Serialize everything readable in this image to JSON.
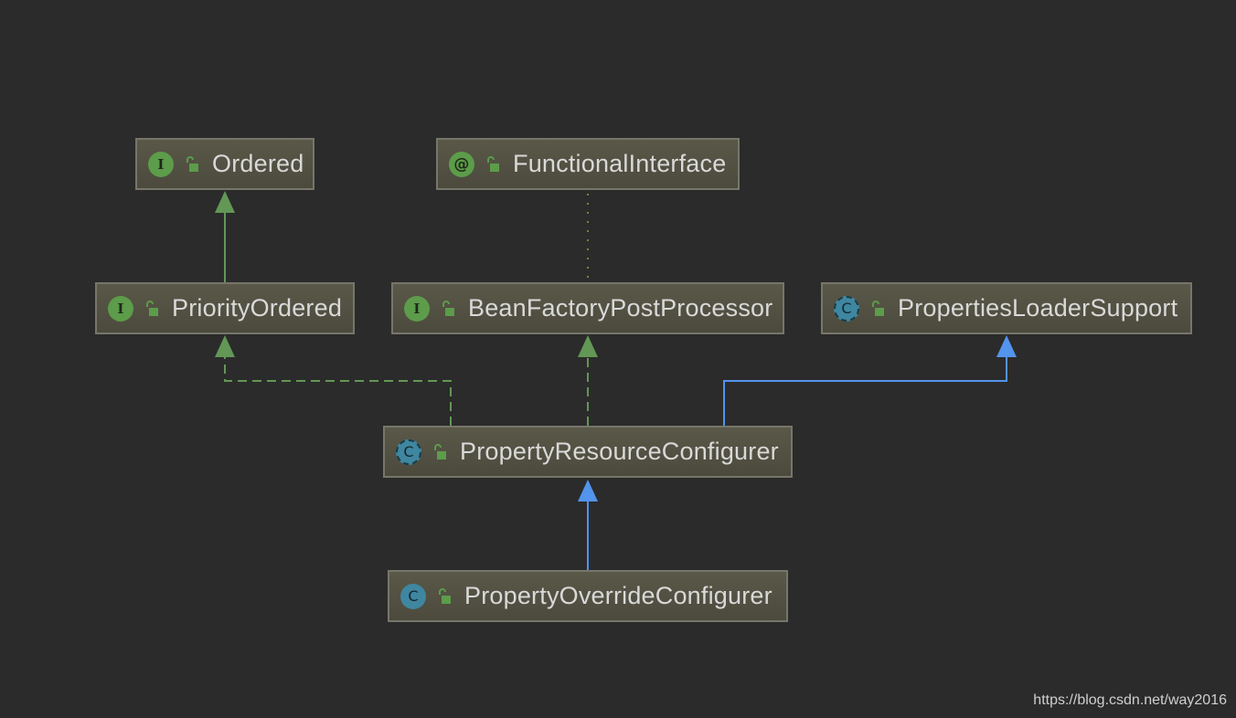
{
  "nodes": {
    "ordered": {
      "kind": "I",
      "name": "Ordered"
    },
    "functional_interface": {
      "kind": "@",
      "name": "FunctionalInterface"
    },
    "priority_ordered": {
      "kind": "I",
      "name": "PriorityOrdered"
    },
    "bean_factory_post_processor": {
      "kind": "I",
      "name": "BeanFactoryPostProcessor"
    },
    "properties_loader_support": {
      "kind": "C",
      "name": "PropertiesLoaderSupport"
    },
    "property_resource_configurer": {
      "kind": "C",
      "name": "PropertyResourceConfigurer"
    },
    "property_override_configurer": {
      "kind": "C",
      "name": "PropertyOverrideConfigurer"
    }
  },
  "colors": {
    "background": "#2b2b2b",
    "interface_arrow": "#629755",
    "class_arrow": "#5394ec",
    "annotation_link": "#6a8a3a"
  },
  "watermark": "https://blog.csdn.net/way2016"
}
